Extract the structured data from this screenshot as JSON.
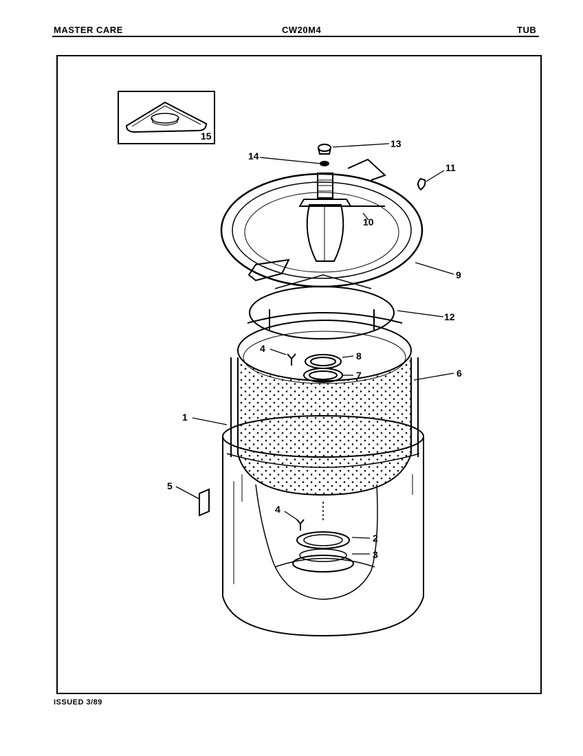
{
  "header": {
    "left": "MASTER CARE",
    "center": "CW20M4",
    "right": "TUB"
  },
  "footer": {
    "issued": "ISSUED 3/89"
  },
  "diagram": {
    "callouts": [
      "1",
      "2",
      "3",
      "4",
      "4",
      "5",
      "6",
      "7",
      "8",
      "9",
      "10",
      "11",
      "12",
      "13",
      "14",
      "15"
    ]
  }
}
